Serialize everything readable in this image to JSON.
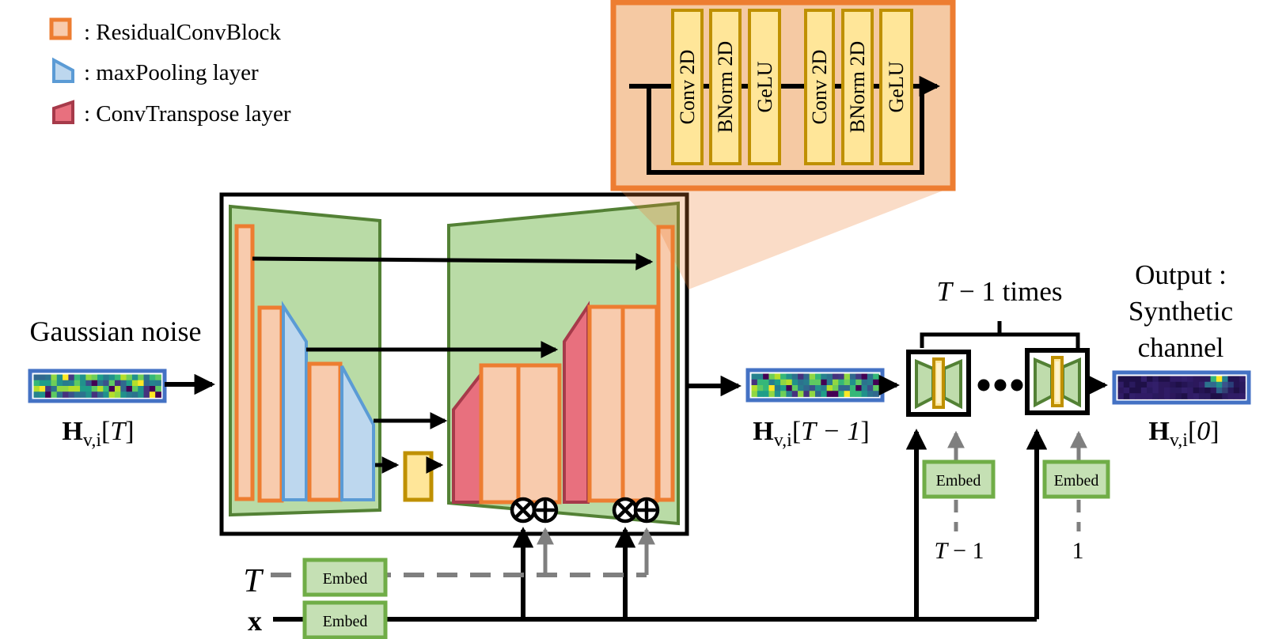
{
  "colors": {
    "orange": "#ED7D31",
    "orange-fill": "#F8CBAD",
    "inset-bg": "#F5C9A3",
    "yellow": "#BF9000",
    "yellow-fill": "#FFE699",
    "yellow-inner": "#FFF3CC",
    "green": "#538135",
    "green-fill": "#AFD69A",
    "embed-green": "#70AD47",
    "embed-fill": "#C5E0B4",
    "blue": "#5B9BD5",
    "blue-fill": "#BDD7EE",
    "red": "#A63A4A",
    "red-fill": "#E8707E",
    "strip-border": "#4472C4",
    "gray": "#7F7F7F"
  },
  "legend": {
    "items": [
      {
        "shape": "residual-conv-block",
        "label": ": ResidualConvBlock"
      },
      {
        "shape": "max-pooling",
        "label": ": maxPooling layer"
      },
      {
        "shape": "conv-transpose",
        "label": ": ConvTranspose layer"
      }
    ]
  },
  "inset": {
    "blocks": [
      "Conv 2D",
      "BNorm 2D",
      "GeLU",
      "Conv 2D",
      "BNorm 2D",
      "GeLU"
    ]
  },
  "labels": {
    "gaussian_noise": "Gaussian noise",
    "tensor_T": {
      "base": "H",
      "sub": "v,i",
      "lb": "[",
      "idx": "T",
      "rb": "]"
    },
    "tensor_Tm1": {
      "base": "H",
      "sub": "v,i",
      "lb": "[",
      "idx": "T − 1",
      "rb": "]"
    },
    "tensor_0": {
      "base": "H",
      "sub": "v,i",
      "lb": "[",
      "idx": "0",
      "rb": "]"
    },
    "repeat": {
      "var": "T",
      "rest": "− 1 times"
    },
    "output_line1": "Output :",
    "output_line2": "Synthetic",
    "output_line3": "channel",
    "t_label": "T",
    "x_label": "x",
    "embed": "Embed",
    "step_T": {
      "var": "T",
      "rest": "− 1"
    },
    "step_1": "1"
  },
  "strips": {
    "noise_palette": [
      "#31688e",
      "#26828e",
      "#1f9e89",
      "#35b779",
      "#6ece58",
      "#b5de2b",
      "#fde725",
      "#443983",
      "#21918c",
      "#3b528b",
      "#440154",
      "#90d743",
      "#287c8e",
      "#46327e",
      "#5ec962",
      "#2c728e"
    ],
    "dark_palette": [
      "#2a1a5e",
      "#251454",
      "#301c66",
      "#1f1048",
      "#2c185c",
      "#321f6a"
    ],
    "input": {
      "style": "noise",
      "seed": 7,
      "rows": 4,
      "cols": 22
    },
    "mid": {
      "style": "noise",
      "seed": 23,
      "rows": 4,
      "cols": 22
    },
    "output": {
      "style": "synthetic",
      "seed": 11,
      "rows": 4,
      "cols": 22,
      "blob": [
        [
          15,
          1,
          "#2c728e"
        ],
        [
          16,
          0,
          "#35b779"
        ],
        [
          16,
          1,
          "#31688e"
        ],
        [
          17,
          0,
          "#fde725"
        ],
        [
          17,
          1,
          "#21918c"
        ],
        [
          17,
          2,
          "#2e5f8a"
        ],
        [
          18,
          0,
          "#26828e"
        ],
        [
          18,
          1,
          "#3b528b"
        ],
        [
          18,
          2,
          "#343f74"
        ],
        [
          19,
          1,
          "#2a3f7a"
        ]
      ]
    }
  }
}
